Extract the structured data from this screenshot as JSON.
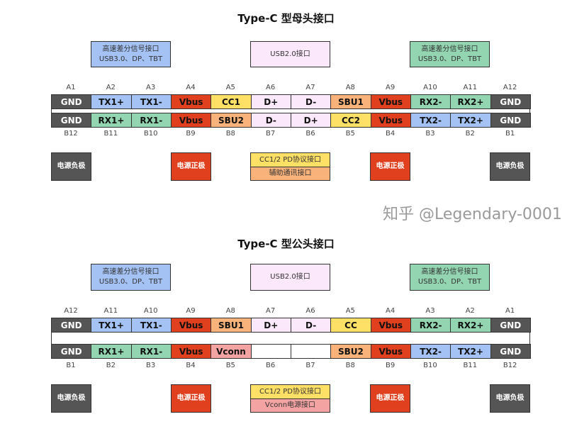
{
  "colors": {
    "gnd": "#555555",
    "blue": "#a4c2f4",
    "green": "#93d5b1",
    "red": "#e0401e",
    "yellow": "#ffe066",
    "orange": "#f9b27a",
    "pink": "#fce8fb",
    "vconn": "#f4a3a3",
    "white": "#ffffff"
  },
  "sections": [
    {
      "title": "Type-C 型母头接口",
      "legend": [
        {
          "lines": [
            "高速差分信号接口",
            "USB3.0、DP、TBT"
          ],
          "color": "blue"
        },
        {
          "lines": [
            "USB2.0接口"
          ],
          "color": "pink"
        },
        {
          "lines": [
            "高速差分信号接口",
            "USB3.0、DP、TBT"
          ],
          "color": "green"
        }
      ],
      "a_labels": [
        "A1",
        "A2",
        "A3",
        "A4",
        "A5",
        "A6",
        "A7",
        "A8",
        "A9",
        "A10",
        "A11",
        "A12"
      ],
      "a_pins": [
        [
          "GND",
          "gnd"
        ],
        [
          "TX1+",
          "blue"
        ],
        [
          "TX1-",
          "blue"
        ],
        [
          "Vbus",
          "red"
        ],
        [
          "CC1",
          "yellow"
        ],
        [
          "D+",
          "pink"
        ],
        [
          "D-",
          "pink"
        ],
        [
          "SBU1",
          "orange"
        ],
        [
          "Vbus",
          "red"
        ],
        [
          "RX2-",
          "green"
        ],
        [
          "RX2+",
          "green"
        ],
        [
          "GND",
          "gnd"
        ]
      ],
      "b_pins": [
        [
          "GND",
          "gnd"
        ],
        [
          "RX1+",
          "green"
        ],
        [
          "RX1-",
          "green"
        ],
        [
          "Vbus",
          "red"
        ],
        [
          "SBU2",
          "orange"
        ],
        [
          "D-",
          "pink"
        ],
        [
          "D+",
          "pink"
        ],
        [
          "CC2",
          "yellow"
        ],
        [
          "Vbus",
          "red"
        ],
        [
          "TX2-",
          "blue"
        ],
        [
          "TX2+",
          "blue"
        ],
        [
          "GND",
          "gnd"
        ]
      ],
      "b_labels": [
        "B12",
        "B11",
        "B10",
        "B9",
        "B8",
        "B7",
        "B6",
        "B5",
        "B4",
        "B3",
        "B2",
        "B1"
      ],
      "bottom": {
        "gnd": "电源负极",
        "vbus": "电源正极",
        "mid_top": "CC1/2 PD协议接口",
        "mid_bottom": "辅助通讯接口",
        "mid_bottom_color": "orange"
      }
    },
    {
      "title": "Type-C 型公头接口",
      "legend": [
        {
          "lines": [
            "高速差分信号接口",
            "USB3.0、DP、TBT"
          ],
          "color": "blue"
        },
        {
          "lines": [
            "USB2.0接口"
          ],
          "color": "pink"
        },
        {
          "lines": [
            "高速差分信号接口",
            "USB3.0、DP、TBT"
          ],
          "color": "green"
        }
      ],
      "a_labels": [
        "A12",
        "A11",
        "A10",
        "A9",
        "A8",
        "A7",
        "A6",
        "A5",
        "A4",
        "A3",
        "A2",
        "A1"
      ],
      "a_pins": [
        [
          "GND",
          "gnd"
        ],
        [
          "TX1+",
          "blue"
        ],
        [
          "TX1-",
          "blue"
        ],
        [
          "Vbus",
          "red"
        ],
        [
          "SBU1",
          "orange"
        ],
        [
          "D+",
          "pink"
        ],
        [
          "D-",
          "pink"
        ],
        [
          "CC",
          "yellow"
        ],
        [
          "Vbus",
          "red"
        ],
        [
          "RX2-",
          "green"
        ],
        [
          "RX2+",
          "green"
        ],
        [
          "GND",
          "gnd"
        ]
      ],
      "b_pins": [
        [
          "GND",
          "gnd"
        ],
        [
          "RX1+",
          "green"
        ],
        [
          "RX1-",
          "green"
        ],
        [
          "Vbus",
          "red"
        ],
        [
          "Vconn",
          "vconn"
        ],
        [
          "",
          "white"
        ],
        [
          "",
          "white"
        ],
        [
          "SBU2",
          "orange"
        ],
        [
          "Vbus",
          "red"
        ],
        [
          "TX2-",
          "blue"
        ],
        [
          "TX2+",
          "blue"
        ],
        [
          "GND",
          "gnd"
        ]
      ],
      "b_labels": [
        "B1",
        "B2",
        "B3",
        "B4",
        "B5",
        "B6",
        "B7",
        "B8",
        "B9",
        "B10",
        "B11",
        "B12"
      ],
      "bottom": {
        "gnd": "电源负极",
        "vbus": "电源正极",
        "mid_top": "CC1/2 PD协议接口",
        "mid_bottom": "Vconn电源接口",
        "mid_bottom_color": "vconn"
      }
    }
  ],
  "watermark": "知乎 @Legendary-0001"
}
